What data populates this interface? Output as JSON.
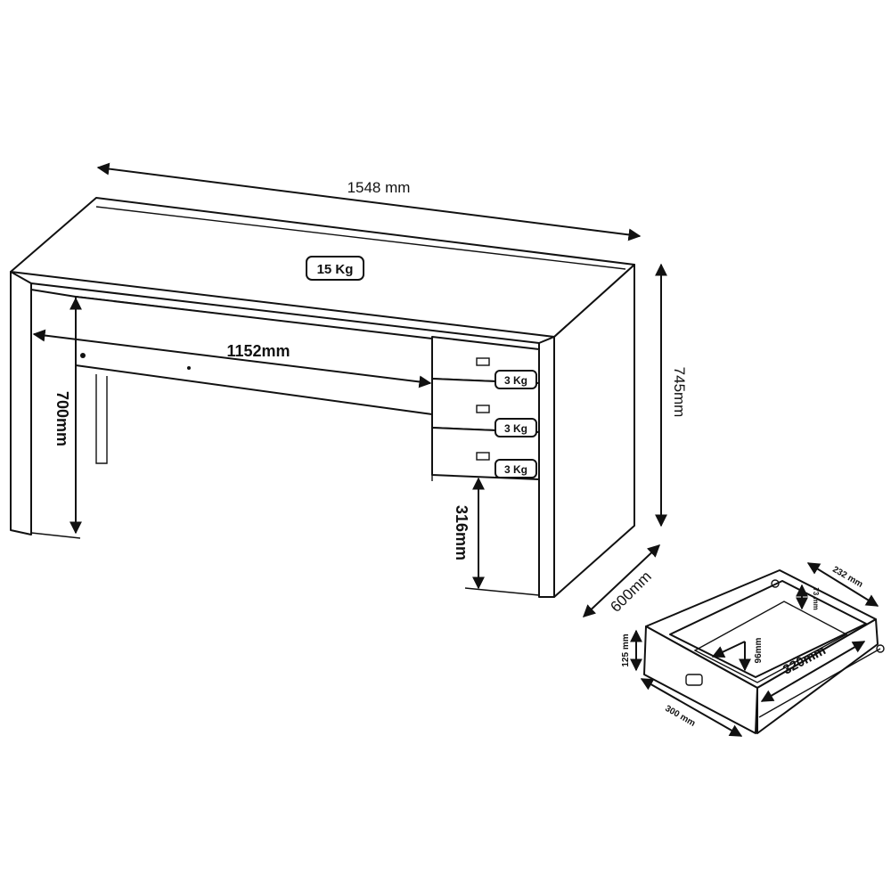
{
  "diagram": {
    "subject": "desk",
    "dimensions": {
      "total_width": "1548 mm",
      "height": "745mm",
      "depth": "600mm",
      "inner_height": "700mm",
      "inner_width": "1152mm",
      "drawer_clearance": "316mm"
    },
    "loads": {
      "top": "15 Kg",
      "drawers": [
        "3 Kg",
        "3 Kg",
        "3 Kg"
      ]
    },
    "drawer_detail": {
      "depth": "232 mm",
      "side_height": "73 mm",
      "front_height": "125 mm",
      "front_width": "300 mm",
      "inner_height": "96mm",
      "length": "320mm"
    }
  }
}
